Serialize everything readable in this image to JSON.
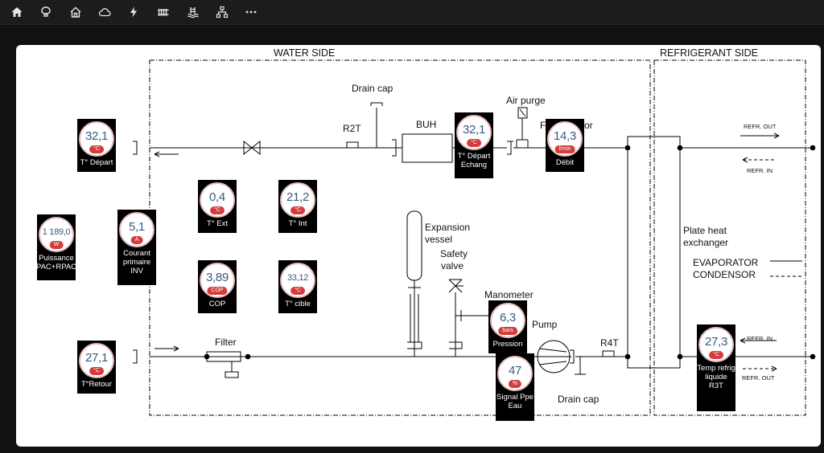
{
  "nav": {
    "icons": [
      "home-icon",
      "heat-pump-icon",
      "house-icon",
      "cloud-icon",
      "lightning-icon",
      "radiator-icon",
      "pool-icon",
      "network-icon",
      "more-icon"
    ]
  },
  "diagram": {
    "water_side": "WATER SIDE",
    "refrigerant_side": "REFRIGERANT SIDE",
    "drain_cap_top": "Drain cap",
    "r2t": "R2T",
    "buh": "BUH",
    "air_purge": "Air purge",
    "flow_sensor_fragment": "F",
    "flow_sensor_tail": "or",
    "refr_out_top": "REFR. OUT",
    "refr_in_top": "REFR. IN",
    "expansion_vessel_1": "Expansion",
    "expansion_vessel_2": "vessel",
    "safety_valve_1": "Safety",
    "safety_valve_2": "valve",
    "manometer": "Manometer",
    "pump": "Pump",
    "filter": "Filter",
    "r4t": "R4T",
    "drain_cap_bottom": "Drain cap",
    "plate_hx_1": "Plate heat",
    "plate_hx_2": "exchanger",
    "evaporator": "EVAPORATOR",
    "condensor": "CONDENSOR",
    "refr_in_bottom": "REFR. IN",
    "refr_out_bottom": "REFR. OUT"
  },
  "sensors": {
    "t_depart": {
      "value": "32,1",
      "unit": "°C",
      "caption": "T° Départ"
    },
    "t_depart_echang": {
      "value": "32,1",
      "unit": "°C",
      "caption": "T° Départ Echang"
    },
    "debit": {
      "value": "14,3",
      "unit": "l/min",
      "caption": "Débit"
    },
    "t_ext": {
      "value": "0,4",
      "unit": "°C",
      "caption": "T° Ext"
    },
    "t_int": {
      "value": "21,2",
      "unit": "°C",
      "caption": "T° Int"
    },
    "puissance": {
      "value": "1 189,0",
      "unit": "W",
      "caption": "Puissance PAC+RPAC"
    },
    "courant": {
      "value": "5,1",
      "unit": "A",
      "caption": "Courant primaire INV"
    },
    "cop": {
      "value": "3,89",
      "unit": "COP",
      "caption": "COP"
    },
    "t_cible": {
      "value": "33,12",
      "unit": "°C",
      "caption": "T° cible"
    },
    "pression": {
      "value": "6,3",
      "unit": "bars",
      "caption": "Pression"
    },
    "t_retour": {
      "value": "27,1",
      "unit": "°C",
      "caption": "T°Retour"
    },
    "signal_ppe": {
      "value": "47",
      "unit": "%",
      "caption": "Signal Ppe Eau"
    },
    "temp_refrig": {
      "value": "27,3",
      "unit": "°C",
      "caption": "Temp refrig liquide R3T"
    }
  }
}
